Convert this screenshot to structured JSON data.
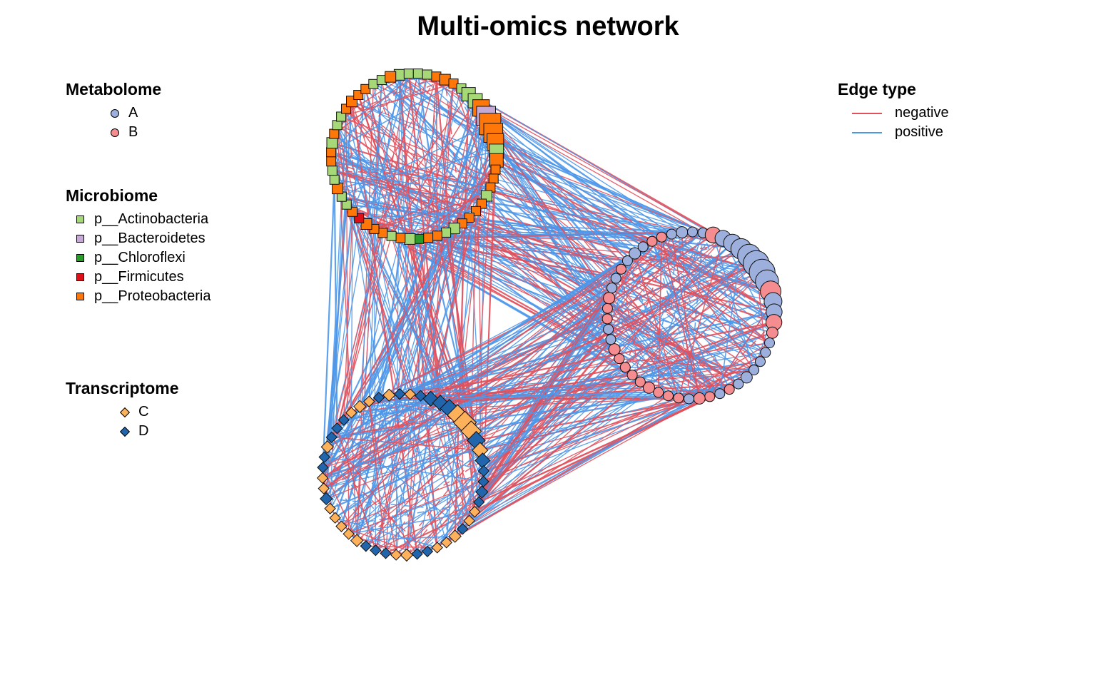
{
  "title": "Multi-omics network",
  "legends": {
    "metabolome": {
      "title": "Metabolome",
      "items": [
        {
          "label": "A",
          "color": "#9db0dd"
        },
        {
          "label": "B",
          "color": "#f58c8f"
        }
      ]
    },
    "microbiome": {
      "title": "Microbiome",
      "items": [
        {
          "label": "p__Actinobacteria",
          "color": "#a6d878"
        },
        {
          "label": "p__Bacteroidetes",
          "color": "#c7a9d6"
        },
        {
          "label": "p__Chloroflexi",
          "color": "#2a9a2a"
        },
        {
          "label": "p__Firmicutes",
          "color": "#dd0f18"
        },
        {
          "label": "p__Proteobacteria",
          "color": "#ff7708"
        }
      ]
    },
    "transcriptome": {
      "title": "Transcriptome",
      "items": [
        {
          "label": "C",
          "color": "#fdb15b"
        },
        {
          "label": "D",
          "color": "#2166ac"
        }
      ]
    },
    "edge_type": {
      "title": "Edge type",
      "items": [
        {
          "label": "negative",
          "color": "#e2505c"
        },
        {
          "label": "positive",
          "color": "#4d97ea"
        }
      ]
    }
  },
  "network": {
    "modules": [
      {
        "name": "Microbiome",
        "shape": "square",
        "node_count": 56,
        "color_sequence": [
          "a6d878",
          "a6d878",
          "a6d878",
          "a6d878",
          "ff7708",
          "ff7708",
          "ff7708",
          "a6d878",
          "a6d878",
          "a6d878",
          "ff7708",
          "c7a9d6",
          "ff7708",
          "ff7708",
          "ff7708",
          "a6d878",
          "ff7708",
          "ff7708",
          "ff7708",
          "ff7708",
          "a6d878",
          "ff7708",
          "ff7708",
          "ff7708",
          "ff7708",
          "a6d878",
          "a6d878",
          "ff7708",
          "ff7708",
          "2a9a2a",
          "a6d878",
          "ff7708",
          "a6d878",
          "ff7708",
          "ff7708",
          "ff7708",
          "dd0f18",
          "ff7708",
          "a6d878",
          "a6d878",
          "ff7708",
          "a6d878",
          "a6d878",
          "ff7708",
          "ff7708",
          "a6d878",
          "ff7708",
          "a6d878",
          "a6d878",
          "ff7708",
          "ff7708",
          "ff7708",
          "ff7708",
          "a6d878",
          "a6d878",
          "ff7708"
        ]
      },
      {
        "name": "Metabolome",
        "shape": "circle",
        "node_count": 50,
        "color_sequence": [
          "9db0dd",
          "9db0dd",
          "9db0dd",
          "f58c8f",
          "9db0dd",
          "9db0dd",
          "9db0dd",
          "9db0dd",
          "9db0dd",
          "9db0dd",
          "9db0dd",
          "f58c8f",
          "9db0dd",
          "9db0dd",
          "f58c8f",
          "f58c8f",
          "9db0dd",
          "9db0dd",
          "9db0dd",
          "9db0dd",
          "9db0dd",
          "9db0dd",
          "f58c8f",
          "9db0dd",
          "f58c8f",
          "f58c8f",
          "9db0dd",
          "f58c8f",
          "f58c8f",
          "f58c8f",
          "f58c8f",
          "f58c8f",
          "f58c8f",
          "f58c8f",
          "f58c8f",
          "f58c8f",
          "9db0dd",
          "9db0dd",
          "f58c8f",
          "f58c8f",
          "f58c8f",
          "9db0dd",
          "9db0dd",
          "f58c8f",
          "9db0dd",
          "9db0dd",
          "9db0dd",
          "f58c8f",
          "f58c8f",
          "9db0dd"
        ]
      },
      {
        "name": "Transcriptome",
        "shape": "diamond",
        "node_count": 48,
        "color_sequence": [
          "fdb15b",
          "2166ac",
          "fdb15b",
          "2166ac",
          "2166ac",
          "2166ac",
          "2166ac",
          "fdb15b",
          "fdb15b",
          "fdb15b",
          "2166ac",
          "fdb15b",
          "2166ac",
          "2166ac",
          "2166ac",
          "2166ac",
          "2166ac",
          "fdb15b",
          "fdb15b",
          "2166ac",
          "fdb15b",
          "fdb15b",
          "fdb15b",
          "2166ac",
          "2166ac",
          "fdb15b",
          "fdb15b",
          "2166ac",
          "2166ac",
          "2166ac",
          "fdb15b",
          "fdb15b",
          "fdb15b",
          "fdb15b",
          "fdb15b",
          "2166ac",
          "fdb15b",
          "fdb15b",
          "2166ac",
          "2166ac",
          "fdb15b",
          "2166ac",
          "2166ac",
          "2166ac",
          "fdb15b",
          "fdb15b",
          "fdb15b",
          "2166ac"
        ]
      }
    ],
    "edge_colors": {
      "negative": "#e2505c",
      "positive": "#4d97ea"
    }
  }
}
